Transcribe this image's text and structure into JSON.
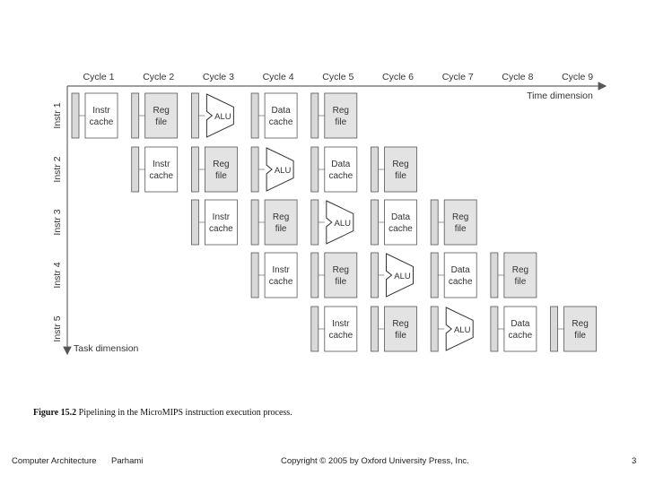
{
  "figure": {
    "cycles": [
      "Cycle 1",
      "Cycle 2",
      "Cycle 3",
      "Cycle 4",
      "Cycle 5",
      "Cycle 6",
      "Cycle 7",
      "Cycle 8",
      "Cycle 9"
    ],
    "time_axis_label": "Time dimension",
    "task_axis_label": "Task dimension",
    "instructions": [
      "Instr 1",
      "Instr 2",
      "Instr 3",
      "Instr 4",
      "Instr 5"
    ],
    "stages": [
      {
        "line1": "Instr",
        "line2": "cache",
        "shaded": false
      },
      {
        "line1": "Reg",
        "line2": "file",
        "shaded": true
      },
      {
        "line1": "ALU",
        "line2": "",
        "shaded": false
      },
      {
        "line1": "Data",
        "line2": "cache",
        "shaded": false
      },
      {
        "line1": "Reg",
        "line2": "file",
        "shaded": true
      }
    ],
    "colors": {
      "shaded": "#e3e3e3",
      "latch": "#d9d9d9",
      "stroke": "#555555",
      "axis": "#666666"
    }
  },
  "caption": {
    "label": "Figure 15.2",
    "text": "Pipelining in the MicroMIPS instruction execution process."
  },
  "footer": {
    "course": "Computer Architecture",
    "author": "Parhami",
    "copyright": "Copyright © 2005 by Oxford University Press, Inc.",
    "page": "3"
  }
}
